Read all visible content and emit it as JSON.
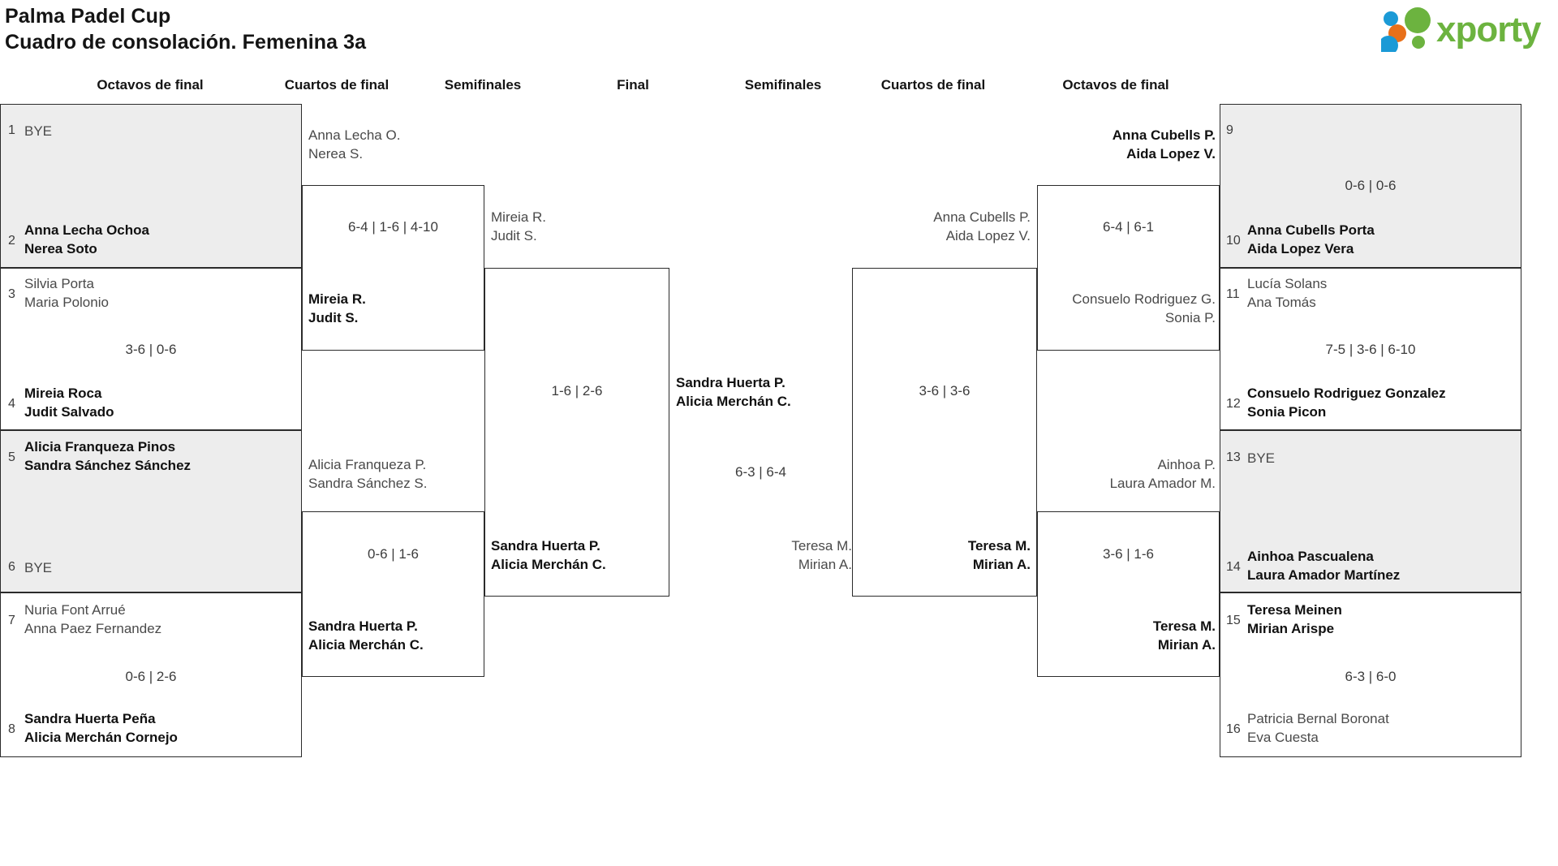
{
  "header": {
    "tournament": "Palma Padel Cup",
    "subtitle": "Cuadro de consolación. Femenina 3a",
    "logo_text": "xporty",
    "logo_colors": {
      "green": "#6cb33f",
      "orange": "#e8701a",
      "blue": "#1b9ad6"
    }
  },
  "rounds": {
    "left_r16": "Octavos de final",
    "left_qf": "Cuartos de final",
    "left_sf": "Semifinales",
    "final": "Final",
    "right_sf": "Semifinales",
    "right_qf": "Cuartos de final",
    "right_r16": "Octavos de final"
  },
  "left_r16": {
    "entries": [
      {
        "seed": "1",
        "lines": [
          "BYE"
        ],
        "winner": false,
        "bye": true
      },
      {
        "seed": "2",
        "lines": [
          "Anna Lecha Ochoa",
          "Nerea Soto"
        ],
        "winner": true,
        "bye": false
      },
      {
        "seed": "3",
        "lines": [
          "Silvia Porta",
          "Maria Polonio"
        ],
        "winner": false,
        "bye": false
      },
      {
        "seed": "4",
        "lines": [
          "Mireia Roca",
          "Judit Salvado"
        ],
        "winner": true,
        "bye": false
      },
      {
        "seed": "5",
        "lines": [
          "Alicia Franqueza Pinos",
          "Sandra Sánchez Sánchez"
        ],
        "winner": true,
        "bye": false
      },
      {
        "seed": "6",
        "lines": [
          "BYE"
        ],
        "winner": false,
        "bye": true
      },
      {
        "seed": "7",
        "lines": [
          "Nuria Font Arrué",
          "Anna Paez Fernandez"
        ],
        "winner": false,
        "bye": false
      },
      {
        "seed": "8",
        "lines": [
          "Sandra Huerta Peña",
          "Alicia Merchán Cornejo"
        ],
        "winner": true,
        "bye": false
      }
    ],
    "scores": [
      "3-6 | 0-6",
      "0-6 | 2-6"
    ]
  },
  "left_qf": {
    "matches": [
      {
        "top": {
          "lines": [
            "Anna Lecha O.",
            "Nerea S."
          ],
          "winner": false
        },
        "bottom": {
          "lines": [
            "Mireia R.",
            "Judit S."
          ],
          "winner": true
        },
        "score": "6-4 | 1-6 | 4-10"
      },
      {
        "top": {
          "lines": [
            "Alicia Franqueza P.",
            "Sandra Sánchez S."
          ],
          "winner": false
        },
        "bottom": {
          "lines": [
            "Sandra Huerta P.",
            "Alicia Merchán C."
          ],
          "winner": true
        },
        "score": "0-6 | 1-6"
      }
    ]
  },
  "left_sf": {
    "match": {
      "top": {
        "lines": [
          "Mireia R.",
          "Judit S."
        ],
        "winner": false
      },
      "bottom": {
        "lines": [
          "Sandra Huerta P.",
          "Alicia Merchán C."
        ],
        "winner": true
      },
      "score": "1-6 | 2-6"
    }
  },
  "final": {
    "top": {
      "lines": [
        "Sandra Huerta P.",
        "Alicia Merchán C."
      ],
      "winner": true
    },
    "bottom": {
      "lines": [
        "Teresa M.",
        "Mirian A."
      ],
      "winner": false
    },
    "score": "6-3 | 6-4"
  },
  "right_sf": {
    "match": {
      "top": {
        "lines": [
          "Anna Cubells P.",
          "Aida Lopez V."
        ],
        "winner": false
      },
      "bottom": {
        "lines": [
          "Teresa M.",
          "Mirian A."
        ],
        "winner": true
      },
      "score": "3-6 | 3-6"
    }
  },
  "right_qf": {
    "matches": [
      {
        "top": {
          "lines": [
            "Anna Cubells P.",
            "Aida Lopez V."
          ],
          "winner": true
        },
        "bottom": {
          "lines": [
            "Consuelo Rodriguez G.",
            "Sonia P."
          ],
          "winner": false
        },
        "score": "6-4 | 6-1"
      },
      {
        "top": {
          "lines": [
            "Ainhoa P.",
            "Laura Amador M."
          ],
          "winner": false
        },
        "bottom": {
          "lines": [
            "Teresa M.",
            "Mirian A."
          ],
          "winner": true
        },
        "score": "3-6 | 1-6"
      }
    ]
  },
  "right_r16": {
    "entries": [
      {
        "seed": "9",
        "lines": [],
        "winner": false,
        "bye": false
      },
      {
        "seed": "10",
        "lines": [
          "Anna Cubells Porta",
          "Aida Lopez Vera"
        ],
        "winner": true,
        "bye": false
      },
      {
        "seed": "11",
        "lines": [
          "Lucía Solans",
          "Ana Tomás"
        ],
        "winner": false,
        "bye": false
      },
      {
        "seed": "12",
        "lines": [
          "Consuelo Rodriguez Gonzalez",
          "Sonia Picon"
        ],
        "winner": true,
        "bye": false
      },
      {
        "seed": "13",
        "lines": [
          "BYE"
        ],
        "winner": false,
        "bye": true
      },
      {
        "seed": "14",
        "lines": [
          "Ainhoa Pascualena",
          "Laura Amador Martínez"
        ],
        "winner": true,
        "bye": false
      },
      {
        "seed": "15",
        "lines": [
          "Teresa Meinen",
          "Mirian Arispe"
        ],
        "winner": true,
        "bye": false
      },
      {
        "seed": "16",
        "lines": [
          "Patricia Bernal Boronat",
          "Eva Cuesta"
        ],
        "winner": false,
        "bye": false
      }
    ],
    "scores": [
      "0-6 | 0-6",
      "7-5 | 3-6 | 6-10",
      "6-3 | 6-0"
    ]
  }
}
